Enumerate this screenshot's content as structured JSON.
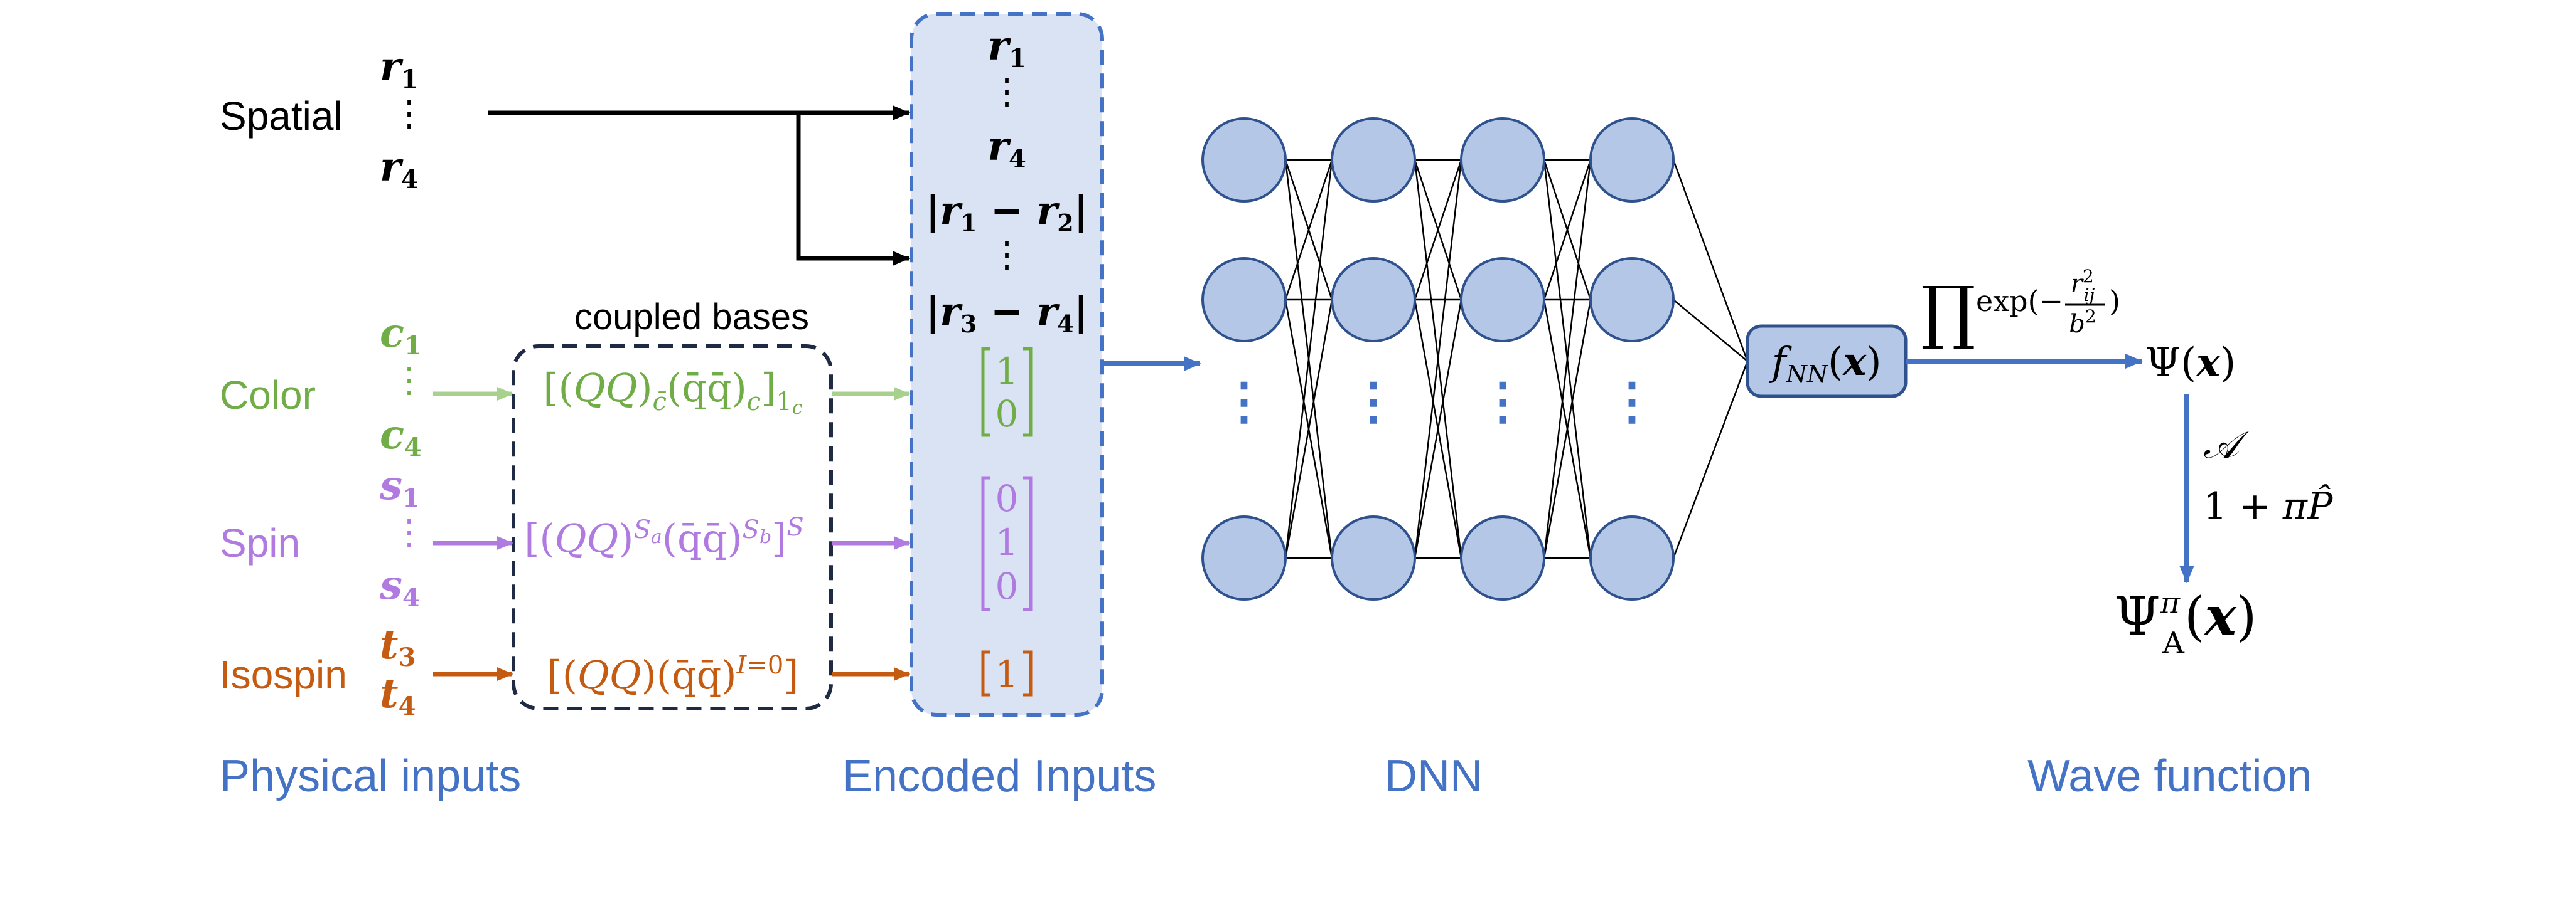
{
  "colors": {
    "black": "#000000",
    "green": "#70ad47",
    "purple": "#b07ae0",
    "orange": "#c55a11",
    "blue": "#4472c4",
    "box_fill": "#dae3f3",
    "node_fill": "#b4c7e7",
    "dark_navy": "#1f2a44"
  },
  "inputs": {
    "spatial": {
      "label": "Spatial",
      "first": "r",
      "first_sub": "1",
      "dots": "⋮",
      "last": "r",
      "last_sub": "4"
    },
    "color": {
      "label": "Color",
      "first": "c",
      "first_sub": "1",
      "dots": "⋮",
      "last": "c",
      "last_sub": "4"
    },
    "spin": {
      "label": "Spin",
      "first": "s",
      "first_sub": "1",
      "dots": "⋮",
      "last": "s",
      "last_sub": "4"
    },
    "isospin": {
      "label": "Isospin",
      "first": "t",
      "first_sub": "3",
      "last": "t",
      "last_sub": "4"
    }
  },
  "coupled": {
    "title": "coupled bases",
    "color_basis": "[(QQ)c̄(q̄q̄)c]1c",
    "spin_basis": "[(QQ)Sa(q̄q̄)Sb]S",
    "isospin_basis": "[(QQ)(q̄q̄)I=0]"
  },
  "encoded": {
    "r1": "r",
    "r1_sub": "1",
    "dots1": "⋮",
    "r4": "r",
    "r4_sub": "4",
    "d12_a": "r",
    "d12_a_sub": "1",
    "d12_b": "r",
    "d12_b_sub": "2",
    "dots2": "⋮",
    "d34_a": "r",
    "d34_a_sub": "3",
    "d34_b": "r",
    "d34_b_sub": "4",
    "color_vec": [
      "1",
      "0"
    ],
    "spin_vec": [
      "0",
      "1",
      "0"
    ],
    "iso_vec": [
      "1"
    ]
  },
  "network": {
    "dots": "⋮",
    "output": "fNN(x)"
  },
  "wave": {
    "prod": "∏",
    "exp_text": "exp(−",
    "exp_num": "r",
    "exp_num_sup": "2",
    "exp_num_sub": "ij",
    "exp_den": "b",
    "exp_den_sup": "2",
    "exp_close": ")",
    "psi": "Ψ(x)",
    "antisym": "𝒜",
    "parity": "1 + πP̂",
    "psi_final": "Ψ",
    "psi_final_sup": "π",
    "psi_final_sub": "A",
    "psi_final_arg": "(x)"
  },
  "section_labels": {
    "physical": "Physical inputs",
    "encoded": "Encoded Inputs",
    "dnn": "DNN",
    "wave": "Wave function"
  }
}
